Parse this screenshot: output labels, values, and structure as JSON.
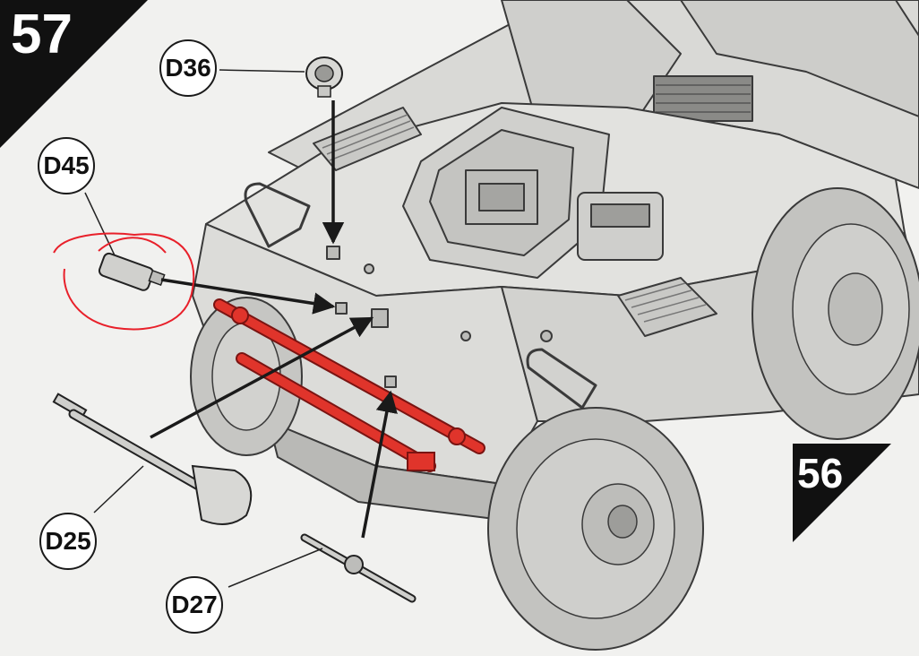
{
  "step": {
    "current": "57",
    "previous": "56"
  },
  "callouts": {
    "d36": "D36",
    "d45": "D45",
    "d25": "D25",
    "d27": "D27"
  },
  "colors": {
    "background": "#f1f1ef",
    "vehicle": "#d9d9d6",
    "vehicle_dark": "#a9a9a6",
    "line": "#1a1a1a",
    "highlight": "#e0342b",
    "annotation": "#e8202a"
  }
}
